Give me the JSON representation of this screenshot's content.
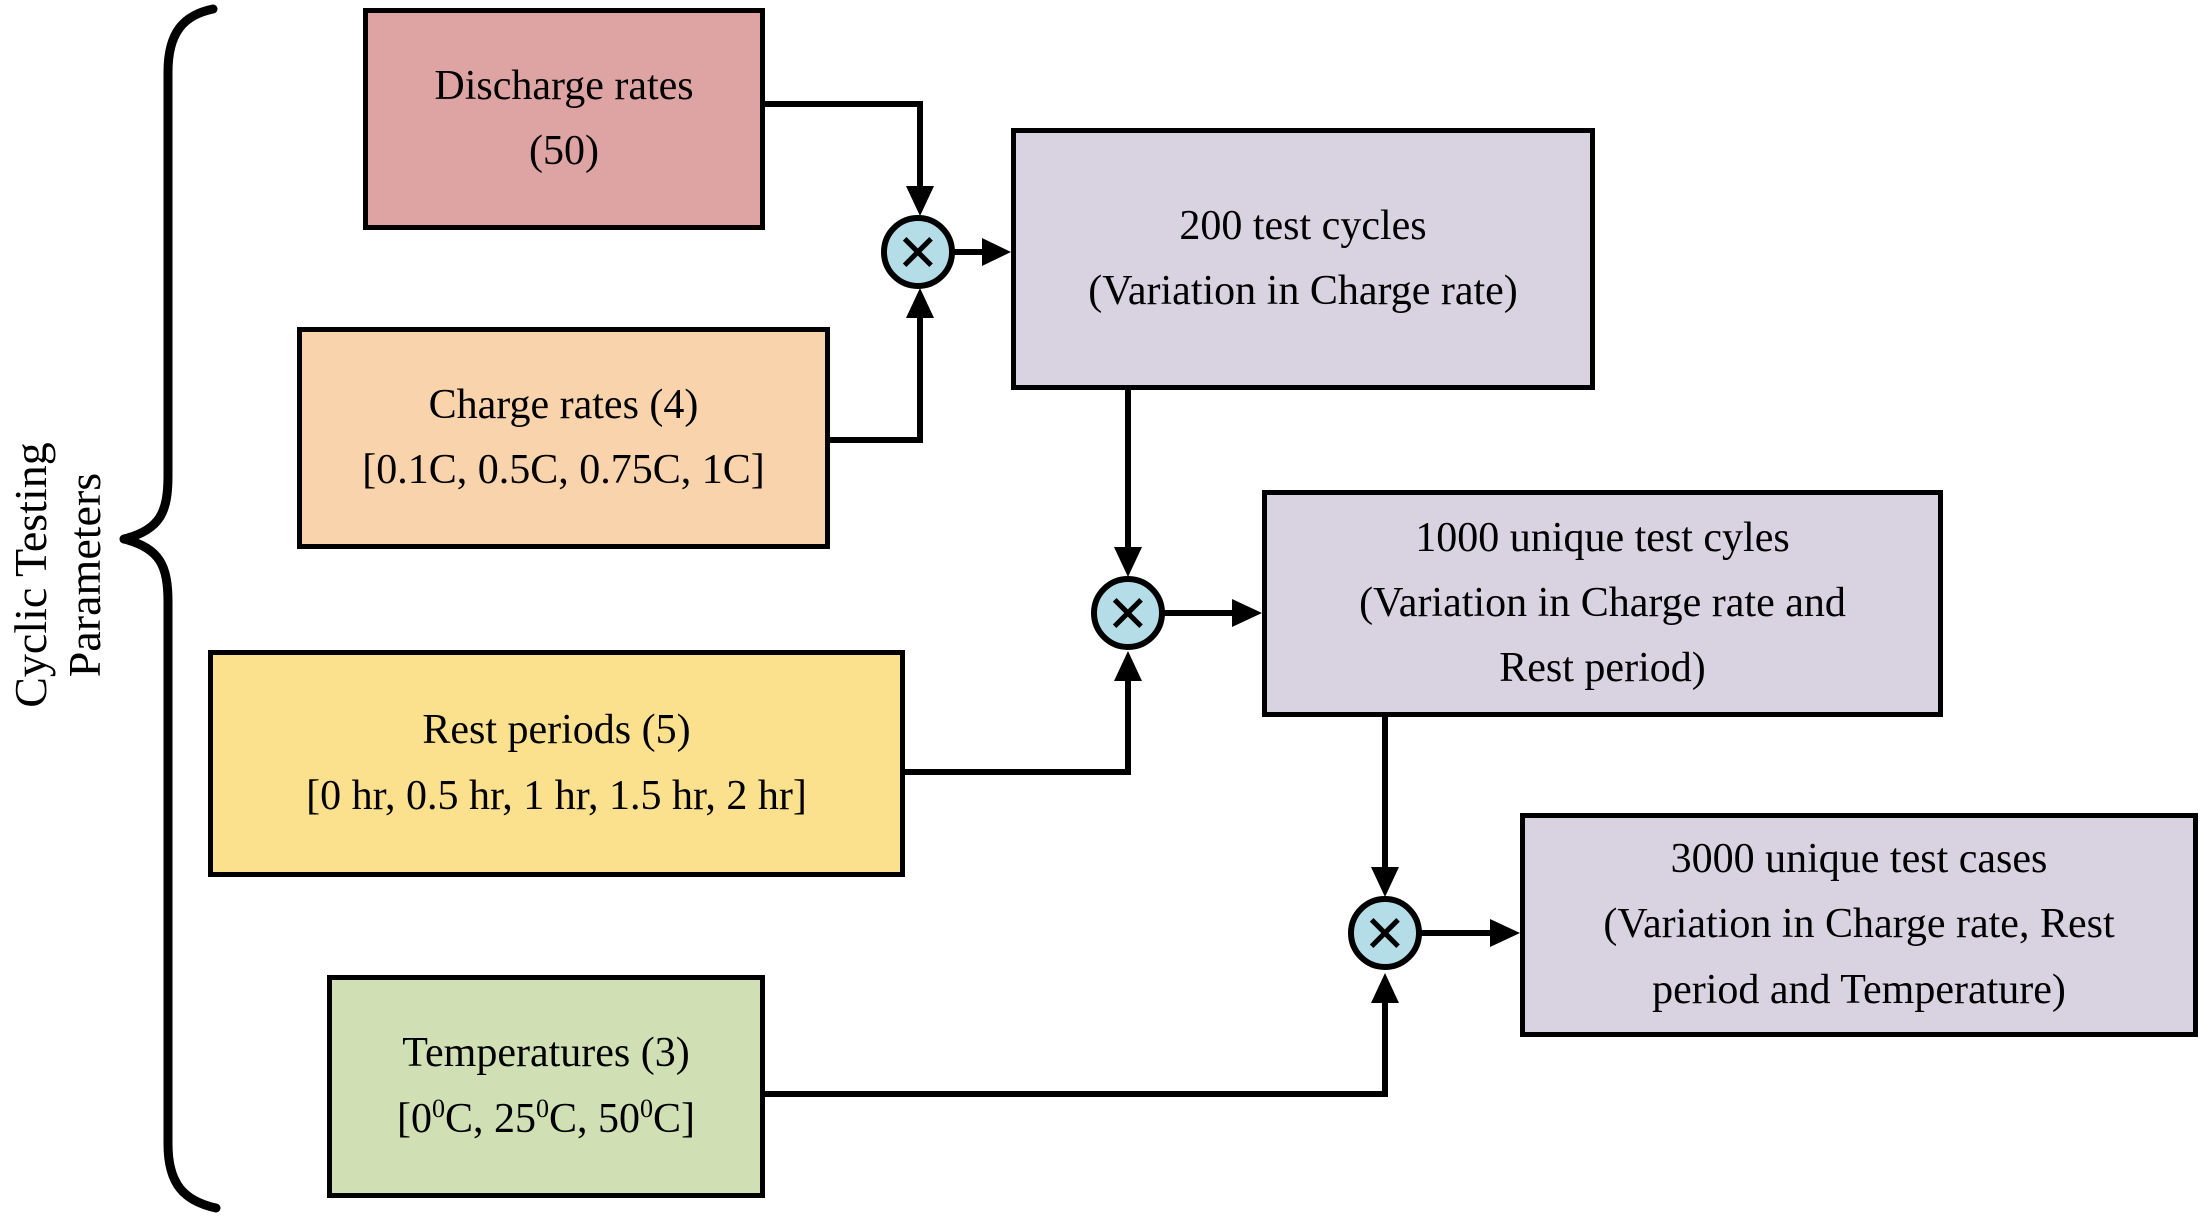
{
  "side_label": {
    "line1": "Cyclic Testing",
    "line2": "Parameters"
  },
  "boxes": {
    "discharge": {
      "line1": "Discharge rates",
      "line2": "(50)"
    },
    "charge": {
      "line1": "Charge rates (4)",
      "line2": "[0.1C, 0.5C, 0.75C, 1C]"
    },
    "rest": {
      "line1": "Rest periods (5)",
      "line2": "[0 hr, 0.5 hr, 1 hr, 1.5 hr, 2 hr]"
    },
    "temperature": {
      "line1": "Temperatures (3)",
      "line2_parts": [
        {
          "text": "[0"
        },
        {
          "text": "0",
          "sup": true
        },
        {
          "text": "C, 25"
        },
        {
          "text": "0",
          "sup": true
        },
        {
          "text": "C, 50"
        },
        {
          "text": "0",
          "sup": true
        },
        {
          "text": "C]"
        }
      ]
    },
    "result200": {
      "line1": "200 test cycles",
      "line2": "(Variation in Charge rate)"
    },
    "result1000": {
      "line1": "1000 unique test cyles",
      "line2": "(Variation in Charge rate and",
      "line3": "Rest period)"
    },
    "result3000": {
      "line1": "3000 unique test cases",
      "line2": "(Variation in Charge rate, Rest",
      "line3": "period and Temperature)"
    }
  },
  "operator": {
    "icon": "multiply-icon",
    "symbol": "×"
  },
  "colors": {
    "box_discharge": "#dea3a3",
    "box_charge": "#f9d3ab",
    "box_rest": "#fbe08d",
    "box_temperature": "#d0dfb4",
    "box_result": "#d8d2e1",
    "operator_fill": "#b5dde8",
    "line": "#000000",
    "background": "#ffffff"
  }
}
